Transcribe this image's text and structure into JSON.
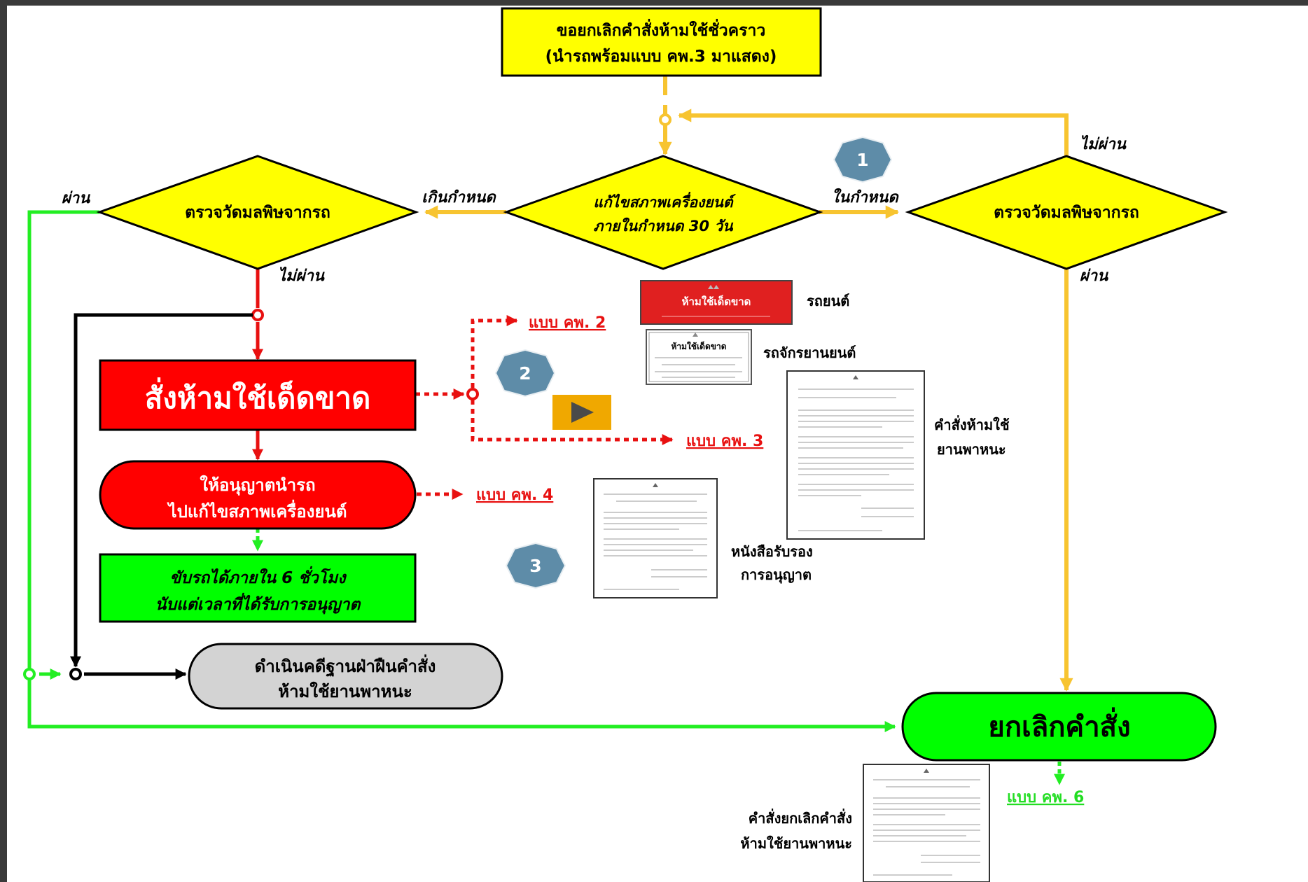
{
  "start_box": {
    "line1": "ขอยกเลิกคำสั่งห้ามใช้ชั่วคราว",
    "line2": "(นำรถพร้อมแบบ คพ.3 มาแสดง)"
  },
  "decision_center": {
    "line1": "แก้ไขสภาพเครื่องยนต์",
    "line2": "ภายในกำหนด 30 วัน"
  },
  "decision_left": {
    "label": "ตรวจวัดมลพิษจากรถ"
  },
  "decision_right": {
    "label": "ตรวจวัดมลพิษจากรถ"
  },
  "edge_labels": {
    "overdue": "เกินกำหนด",
    "within": "ในกำหนด",
    "pass_left": "ผ่าน",
    "fail_left": "ไม่ผ่าน",
    "fail_right": "ไม่ผ่าน",
    "pass_right": "ผ่าน"
  },
  "badges": [
    "1",
    "2",
    "3"
  ],
  "absolute_ban": {
    "label": "สั่งห้ามใช้เด็ดขาด"
  },
  "permit_box": {
    "line1": "ให้อนุญาตนำรถ",
    "line2": "ไปแก้ไขสภาพเครื่องยนต์"
  },
  "drive_box": {
    "line1": "ขับรถได้ภายใน 6 ชั่วโมง",
    "line2": "นับแต่เวลาที่ได้รับการอนุญาต"
  },
  "prosecute_box": {
    "line1": "ดำเนินคดีฐานฝ่าฝืนคำสั่ง",
    "line2": "ห้ามใช้ยานพาหนะ"
  },
  "cancel_box": {
    "label": "ยกเลิกคำสั่ง"
  },
  "forms": {
    "kp2": "แบบ คพ. 2",
    "kp3": "แบบ คพ. 3",
    "kp4": "แบบ คพ. 4",
    "kp6": "แบบ คพ. 6"
  },
  "sticker_car": {
    "title": "ห้ามใช้เด็ดขาด",
    "caption": "รถยนต์"
  },
  "sticker_moto": {
    "title": "ห้ามใช้เด็ดขาด",
    "caption": "รถจักรยานยนต์"
  },
  "doc_kp3": {
    "caption_line1": "คำสั่งห้ามใช้",
    "caption_line2": "ยานพาหนะ"
  },
  "doc_kp4": {
    "caption_line1": "หนังสือรับรอง",
    "caption_line2": "การอนุญาต"
  },
  "doc_kp6": {
    "caption_line1": "คำสั่งยกเลิกคำสั่ง",
    "caption_line2": "ห้ามใช้ยานพาหนะ"
  },
  "colors": {
    "yellow": "#ffff00",
    "yellow_line": "#f7c430",
    "red": "#ff0000",
    "green": "#00ff00",
    "green_line": "#22ee22",
    "gray_box": "#d3d3d3",
    "badge": "#5e8ca8",
    "play_button": "#f0a800"
  }
}
